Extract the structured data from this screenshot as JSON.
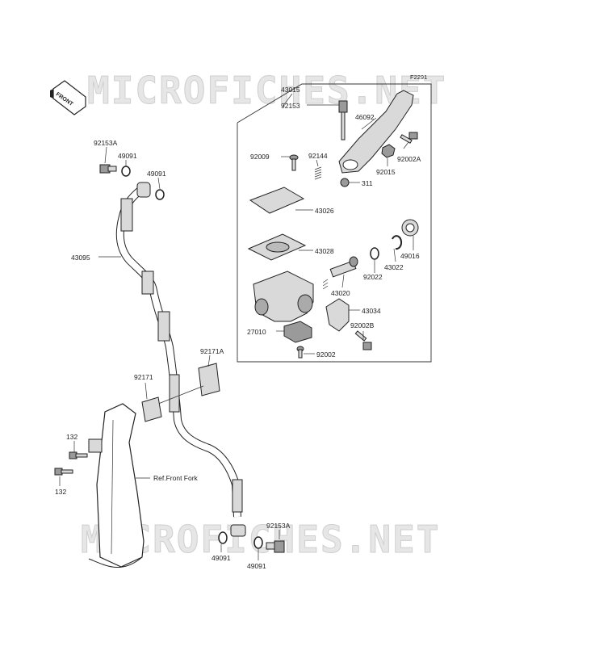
{
  "diagram_code": "F2291",
  "watermark": "MICROFICHES.NET",
  "front_arrow": "FRONT",
  "ref_label": "Ref.Front Fork",
  "parts": {
    "p43015": "43015",
    "p92153": "92153",
    "p46092": "46092",
    "p92009": "92009",
    "p92144": "92144",
    "p92015": "92015",
    "p92002A": "92002A",
    "p311": "311",
    "p43026": "43026",
    "p43028": "43028",
    "p49016": "49016",
    "p43022": "43022",
    "p92022": "92022",
    "p43020": "43020",
    "p43034": "43034",
    "p92002B": "92002B",
    "p27010": "27010",
    "p92002": "92002",
    "p92153A_top": "92153A",
    "p49091_a": "49091",
    "p49091_b": "49091",
    "p43095": "43095",
    "p92171A": "92171A",
    "p92171": "92171",
    "p132_a": "132",
    "p132_b": "132",
    "p92153A_bot": "92153A",
    "p49091_c": "49091",
    "p49091_d": "49091"
  }
}
